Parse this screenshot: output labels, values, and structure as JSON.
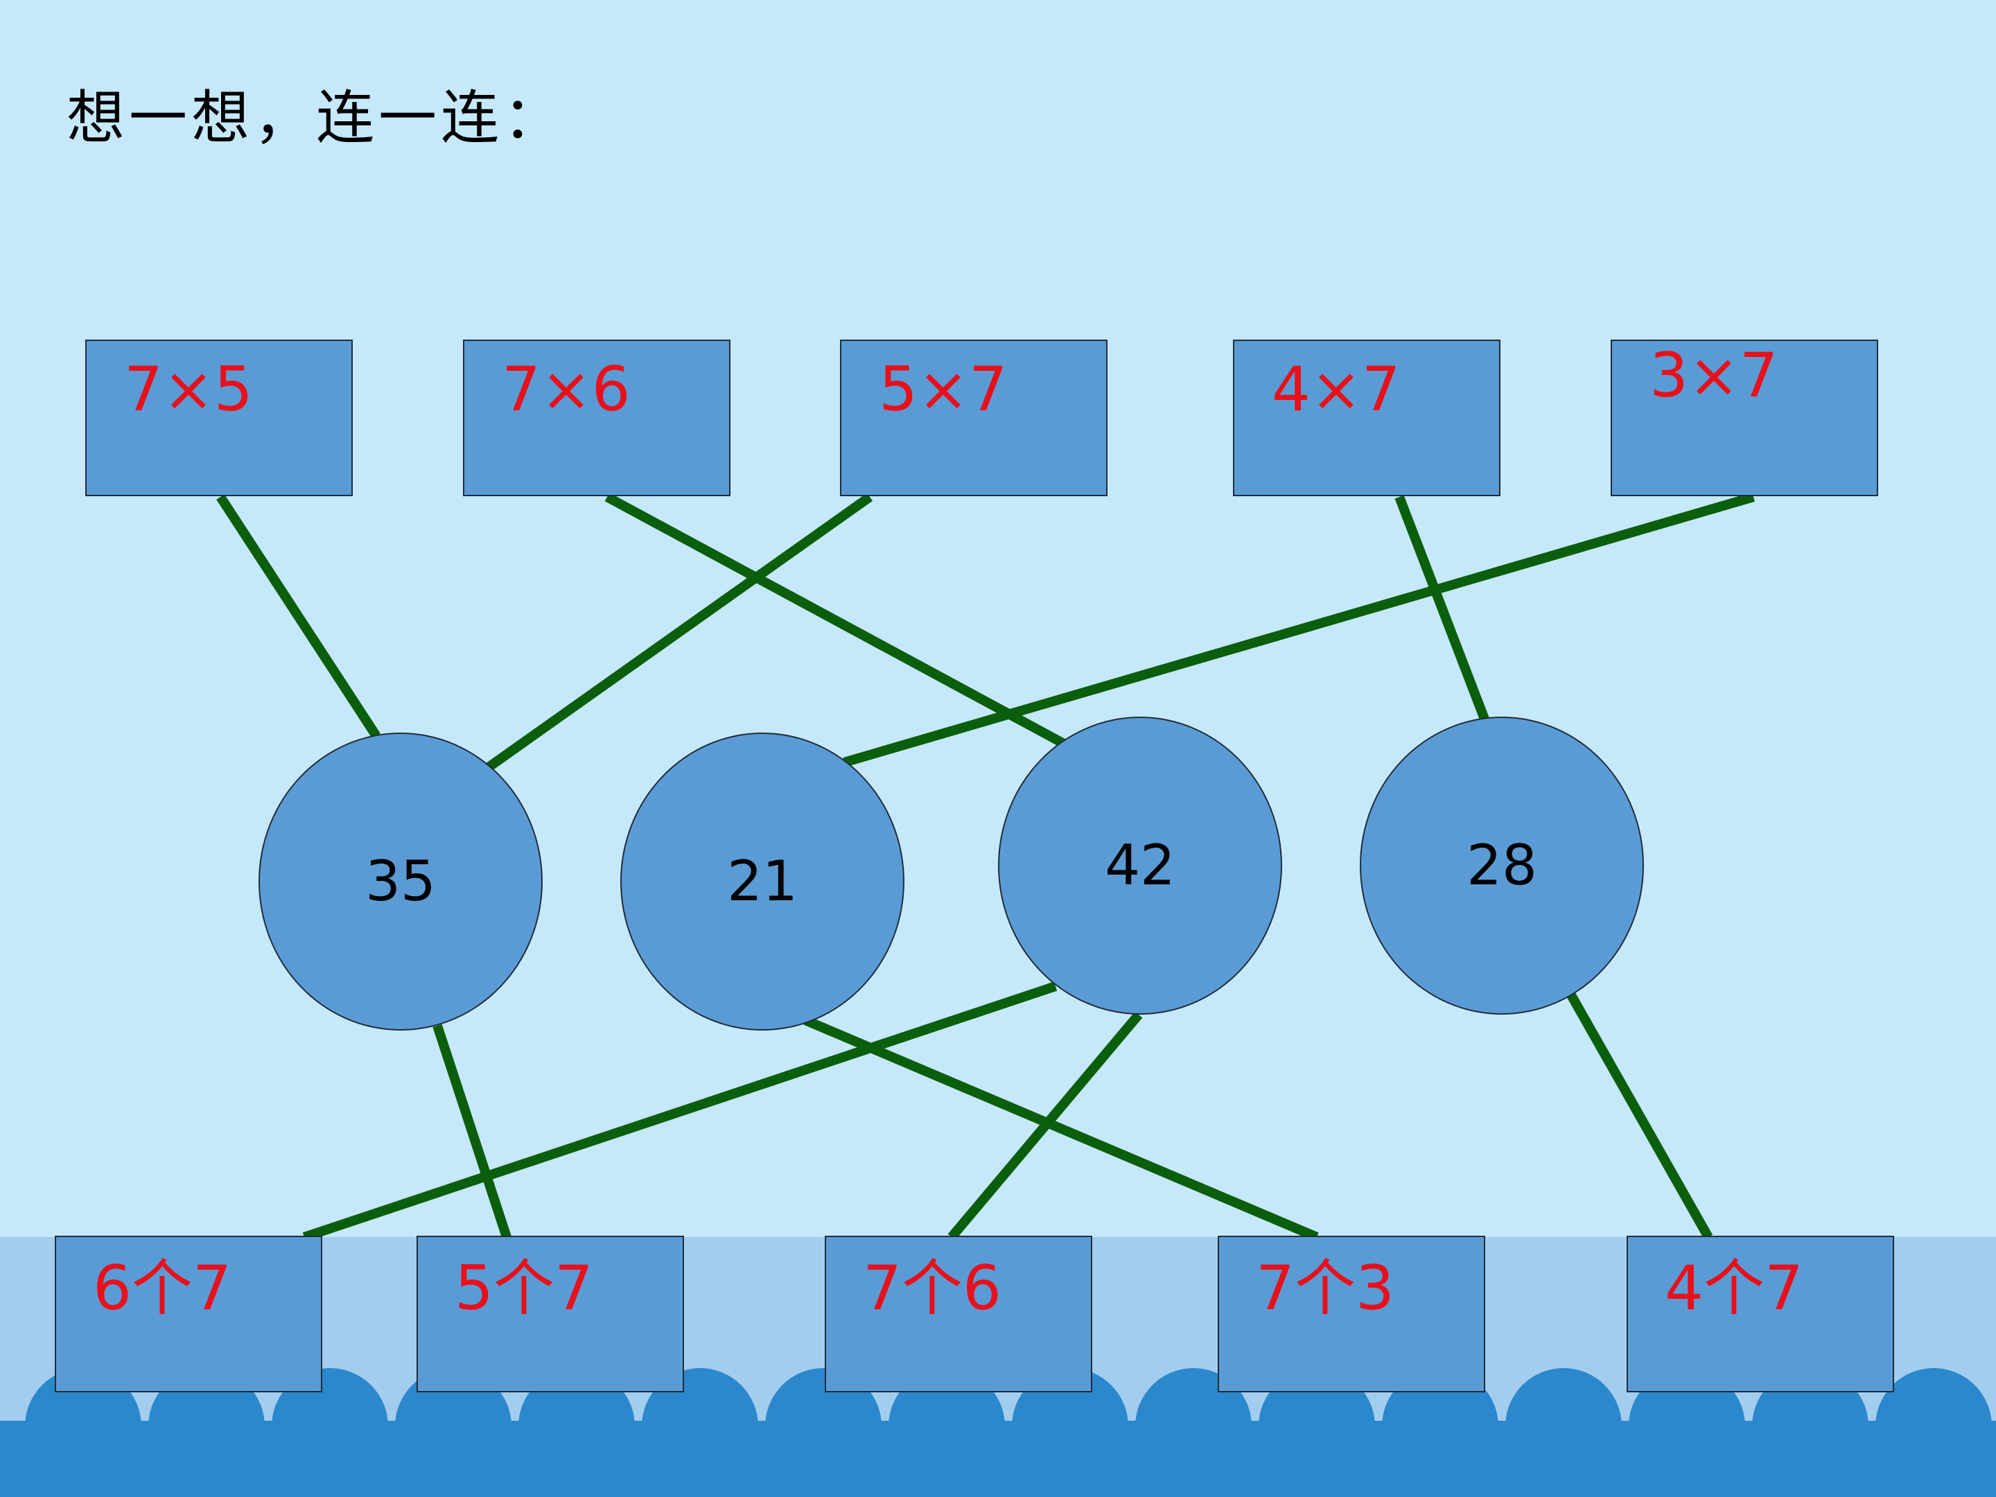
{
  "title": "想一想，连一连：",
  "top_expressions": [
    "7×5",
    "7×6",
    "5×7",
    "4×7",
    "3×7"
  ],
  "products": [
    "35",
    "21",
    "42",
    "28"
  ],
  "bottom_expressions": [
    "6个7",
    "5个7",
    "7个6",
    "7个3",
    "4个7"
  ],
  "colors": {
    "background": "#c6e8fb",
    "box_fill": "#5b9bd5",
    "box_text": "#e8101a",
    "line": "#0b5e0b",
    "wave_dark": "#2b88cc",
    "wave_light": "#a3cdef"
  }
}
